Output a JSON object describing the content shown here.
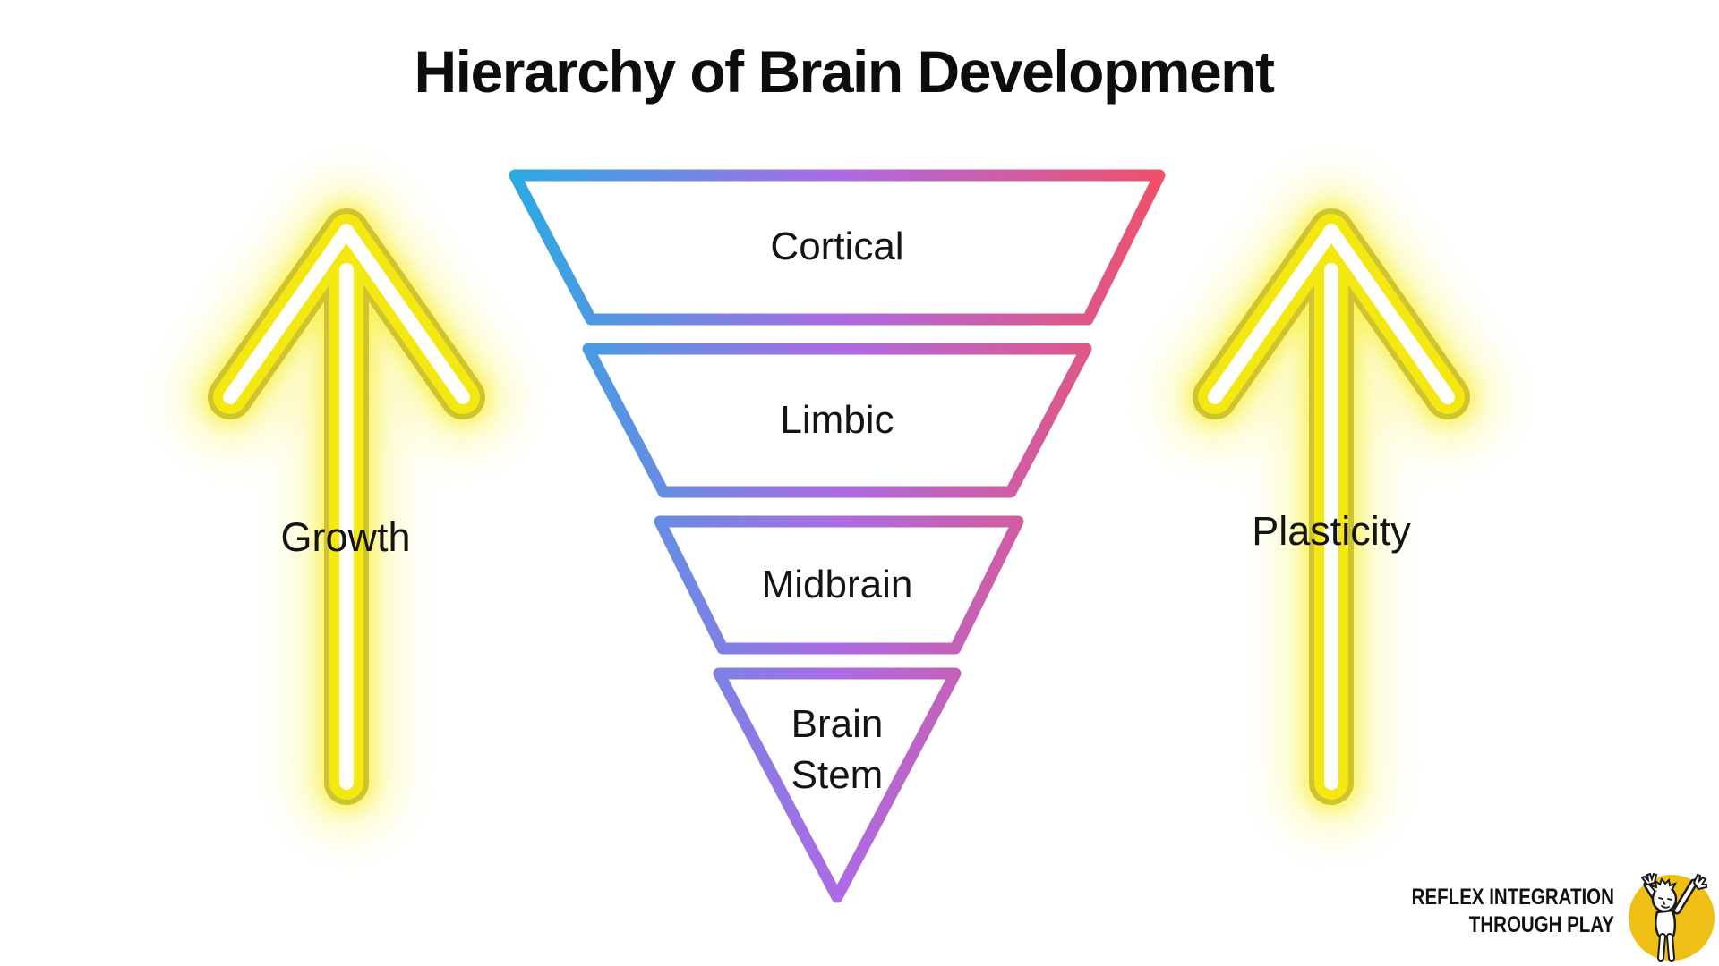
{
  "title": "Hierarchy of Brain Development",
  "funnel": {
    "gradient": {
      "start": "#29ABE2",
      "mid": "#AC6BE5",
      "end": "#F05068"
    },
    "levels": [
      {
        "label": "Cortical"
      },
      {
        "label": "Limbic"
      },
      {
        "label": "Midbrain"
      },
      {
        "label": "Brain Stem",
        "lines": [
          "Brain",
          "Stem"
        ]
      }
    ]
  },
  "left_arrow_label": "Growth",
  "right_arrow_label": "Plasticity",
  "arrow_colors": {
    "glow": "#F6EB00",
    "outline": "#CFC42F",
    "tube": "#F3E811",
    "core": "#FFFFFF"
  },
  "logo": {
    "line1": "REFLEX INTEGRATION",
    "line2": "THROUGH PLAY",
    "circle_color": "#F0BF16"
  }
}
